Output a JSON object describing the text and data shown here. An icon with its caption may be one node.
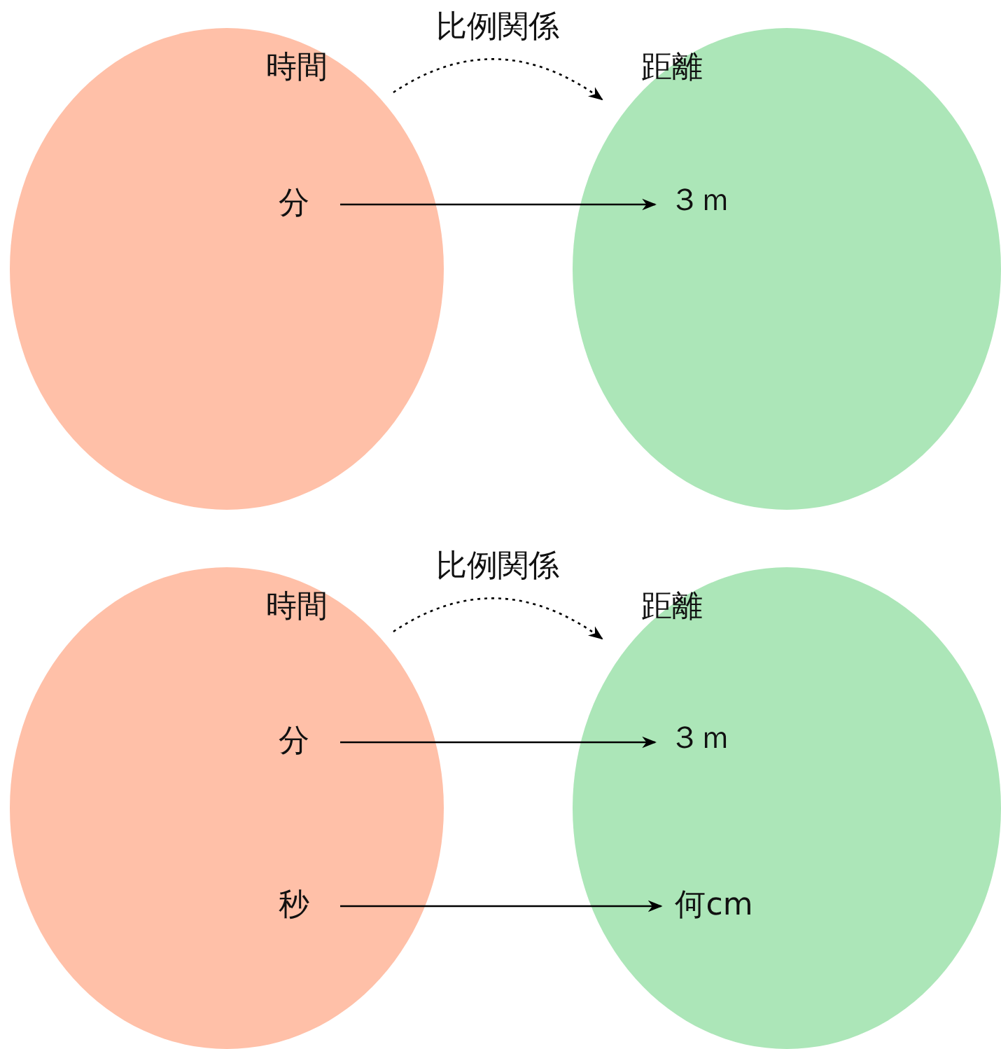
{
  "diagram": {
    "nodes": [
      {
        "text": [
          "時間"
        ]
      },
      {
        "text": [
          "分"
        ],
        "in": 0
      },
      {
        "text": [
          "距離"
        ]
      },
      {
        "text": [
          "３ｍ"
        ],
        "in": 2
      },
      {
        "text": [
          "時間"
        ]
      },
      {
        "text": [
          "分"
        ],
        "in": 4
      },
      {
        "text": [
          "秒"
        ],
        "in": 4
      },
      {
        "text": [
          "距離"
        ]
      },
      {
        "text": [
          "３ｍ"
        ],
        "in": 7
      },
      {
        "text": [
          "何cm"
        ],
        "in": 7
      }
    ],
    "edges": [
      {
        "from": 0,
        "to": 2,
        "arrow": "to",
        "label": "比例関係",
        "style": "dashed"
      },
      {
        "from": 1,
        "to": 3,
        "arrow": "to"
      },
      {
        "from": 4,
        "to": 7,
        "arrow": "to",
        "label": "比例関係",
        "style": "dashed"
      },
      {
        "from": 5,
        "to": 8,
        "arrow": "to"
      },
      {
        "from": 6,
        "to": 9,
        "arrow": "to"
      }
    ]
  }
}
